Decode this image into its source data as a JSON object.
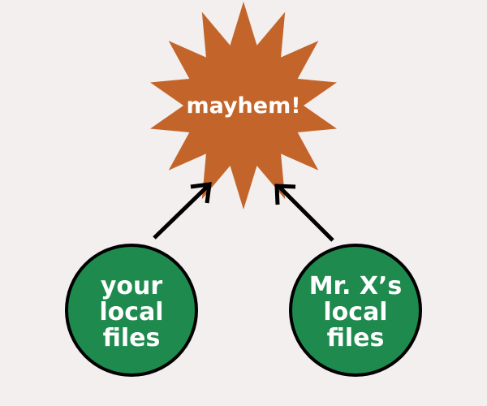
{
  "diagram": {
    "burst": {
      "label": "mayhem!",
      "color": "#c3652a"
    },
    "nodes": [
      {
        "id": "your-files",
        "lines": [
          "your",
          "local",
          "files"
        ],
        "color": "#1e8a4e"
      },
      {
        "id": "mrx-files",
        "lines": [
          "Mr. X’s",
          "local",
          "files"
        ],
        "color": "#1e8a4e"
      }
    ],
    "edges": [
      {
        "from": "your-files",
        "to": "burst"
      },
      {
        "from": "mrx-files",
        "to": "burst"
      }
    ],
    "arrow_color": "#000000",
    "background": "#f3efee"
  }
}
